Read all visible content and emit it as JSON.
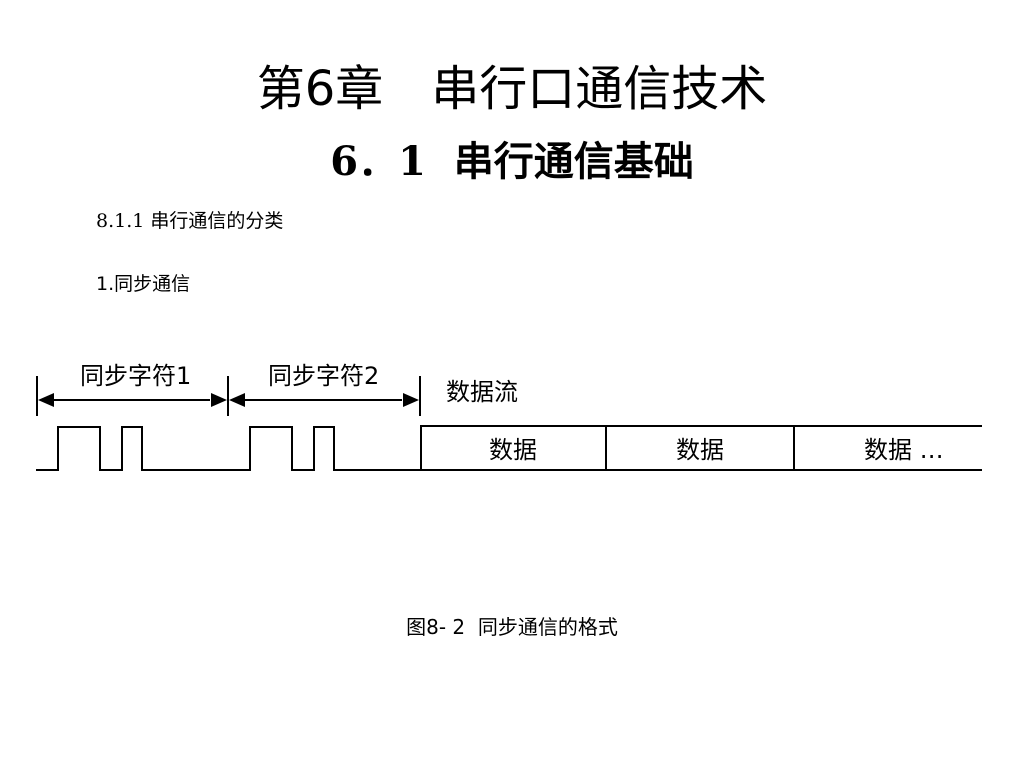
{
  "slide": {
    "chapter_title": "第6章　串行口通信技术",
    "section_title": "6．1  串行通信基础",
    "subsection": "8.1.1 串行通信的分类",
    "item_heading": "1.同步通信",
    "figure_caption": "图8- 2  同步通信的格式"
  },
  "diagram": {
    "sync_char_1_label": "同步字符1",
    "sync_char_2_label": "同步字符2",
    "data_stream_label": "数据流",
    "data_cells": [
      "数据",
      "数据",
      "数据 …"
    ]
  }
}
